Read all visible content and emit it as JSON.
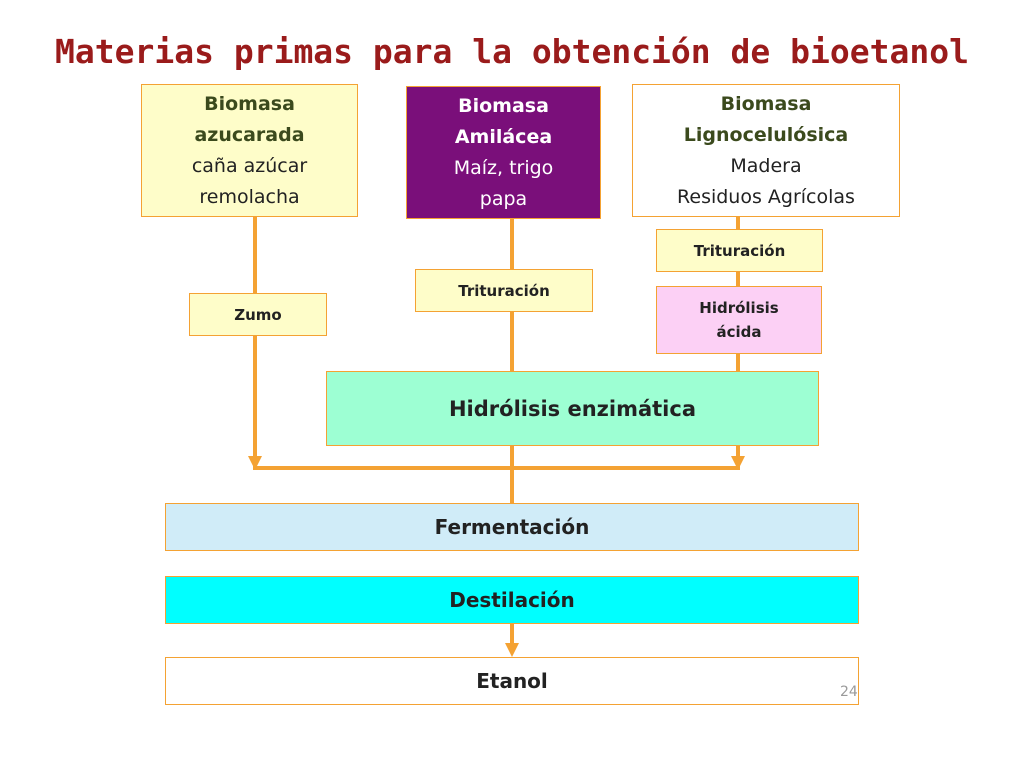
{
  "title": "Materias primas para la obtención de bioetanol",
  "sources": {
    "sugar": {
      "line1": "Biomasa",
      "line2": "azucarada",
      "line3": "caña azúcar",
      "line4": "remolacha"
    },
    "starch": {
      "line1": "Biomasa",
      "line2": "Amilácea",
      "line3": "Maíz,  trigo",
      "line4": "papa"
    },
    "ligno": {
      "line1": "Biomasa",
      "line2": "Lignocelulósica",
      "line3": "Madera",
      "line4": "Residuos Agrícolas"
    }
  },
  "steps": {
    "zumo": "Zumo",
    "trituracion_starch": "Trituración",
    "trituracion_ligno": "Trituración",
    "hidrolisis_acida_line1": "Hidrólisis",
    "hidrolisis_acida_line2": "ácida",
    "hidrolisis_enzimatica": "Hidrólisis enzimática",
    "fermentacion": "Fermentación",
    "destilacion": "Destilación",
    "etanol": "Etanol"
  },
  "slide_number": "24",
  "colors": {
    "title": "#9a1b1b",
    "arrow": "#f4a233",
    "border": "#f4a233",
    "sugar_fill": "#fefdc9",
    "starch_fill": "#7a0f7a",
    "acid_fill": "#fcd0f5",
    "enzymatic_fill": "#9dffd3",
    "fermentation_fill": "#d0ecf8",
    "distillation_fill": "#00ffff"
  }
}
